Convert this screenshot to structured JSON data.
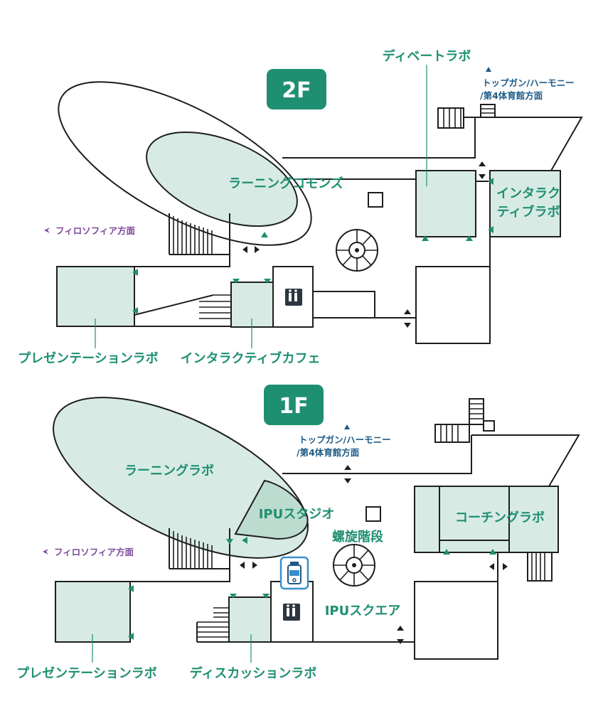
{
  "floors": {
    "f2": {
      "badge": "2F",
      "labels": {
        "debate_lab": "ディベートラボ",
        "learning_commons": "ラーニングコモンズ",
        "interactive_lab_1": "インタラク",
        "interactive_lab_2": "ティブラボ",
        "presentation_lab": "プレゼンテーションラボ",
        "interactive_cafe": "インタラクティブカフェ"
      },
      "directions": {
        "topgun_1": "トップガン/ハーモニー",
        "topgun_2": "/第4体育館方面",
        "philosophia": "フィロソフィア方面"
      }
    },
    "f1": {
      "badge": "1F",
      "labels": {
        "learning_lab": "ラーニングラボ",
        "ipu_studio": "IPUスタジオ",
        "spiral_stairs": "螺旋階段",
        "coaching_lab": "コーチングラボ",
        "ipu_square": "IPUスクエア",
        "presentation_lab": "プレゼンテーションラボ",
        "discussion_lab": "ディスカッションラボ"
      },
      "directions": {
        "topgun_1": "トップガン/ハーモニー",
        "topgun_2": "/第4体育館方面",
        "philosophia": "フィロソフィア方面"
      }
    }
  },
  "colors": {
    "accent": "#1f8f72",
    "room_fill": "#d7ebe4",
    "direction_blue": "#1d5a86",
    "direction_purple": "#7d4a9a",
    "wall": "#1e1e1e"
  },
  "icons": {
    "restroom": "restroom-icon",
    "water": "water-bottle-icon",
    "door": "door-triangle-icon",
    "passage": "double-arrow-icon"
  }
}
